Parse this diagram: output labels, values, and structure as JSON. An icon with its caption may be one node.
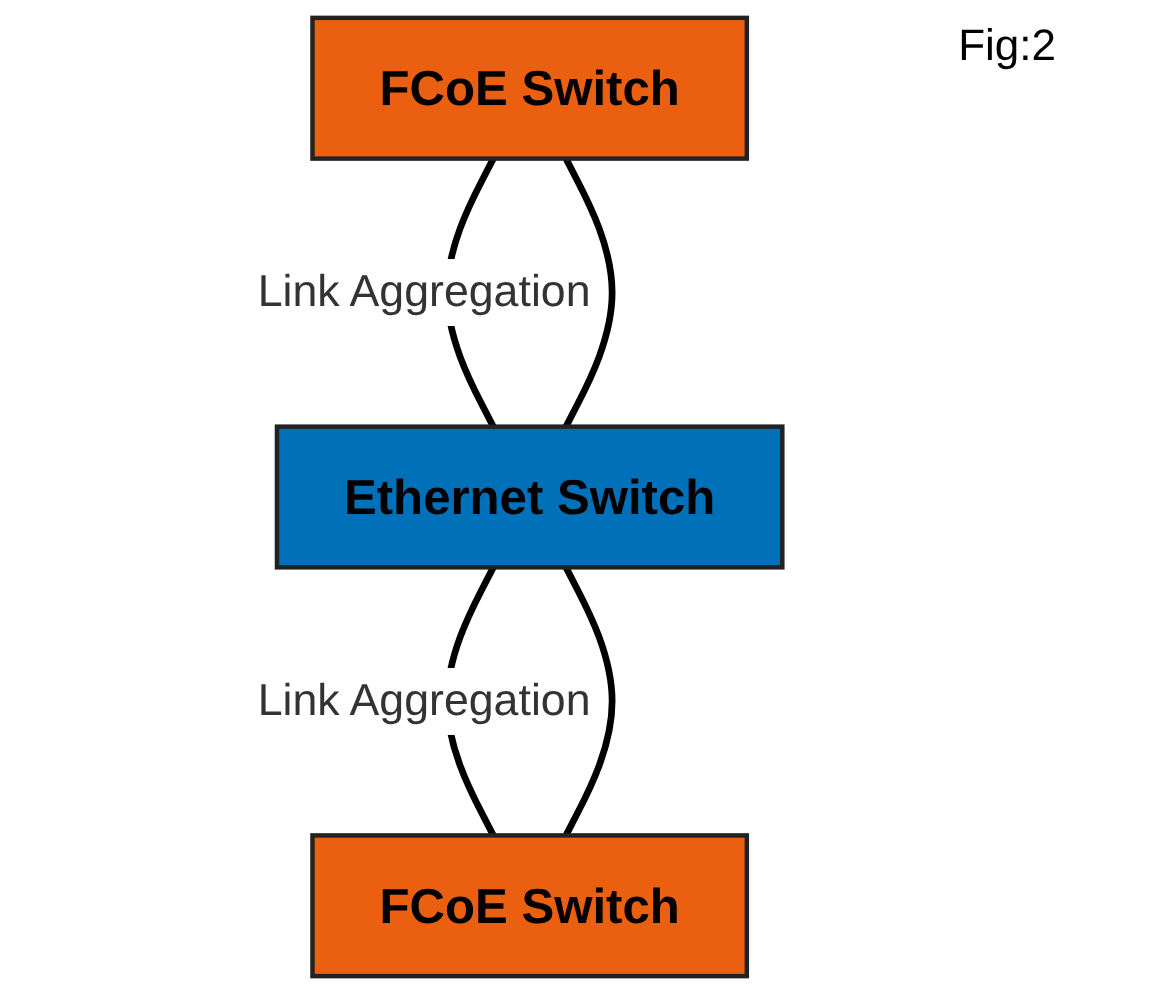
{
  "diagram": {
    "nodes": [
      {
        "text": [
          "FCoE Switch"
        ]
      },
      {
        "text": [
          "Ethernet Switch"
        ]
      },
      {
        "text": [
          "FCoE Switch"
        ]
      }
    ],
    "edges": [
      {
        "from": 0,
        "to": 1,
        "arrow": "none",
        "label": "Link Aggregation"
      },
      {
        "from": 0,
        "to": 1,
        "arrow": "none"
      },
      {
        "from": 1,
        "to": 2,
        "arrow": "none",
        "label": "Link Aggregation"
      },
      {
        "from": 1,
        "to": 2,
        "arrow": "none"
      }
    ],
    "labels": [
      "Fig:2"
    ]
  }
}
